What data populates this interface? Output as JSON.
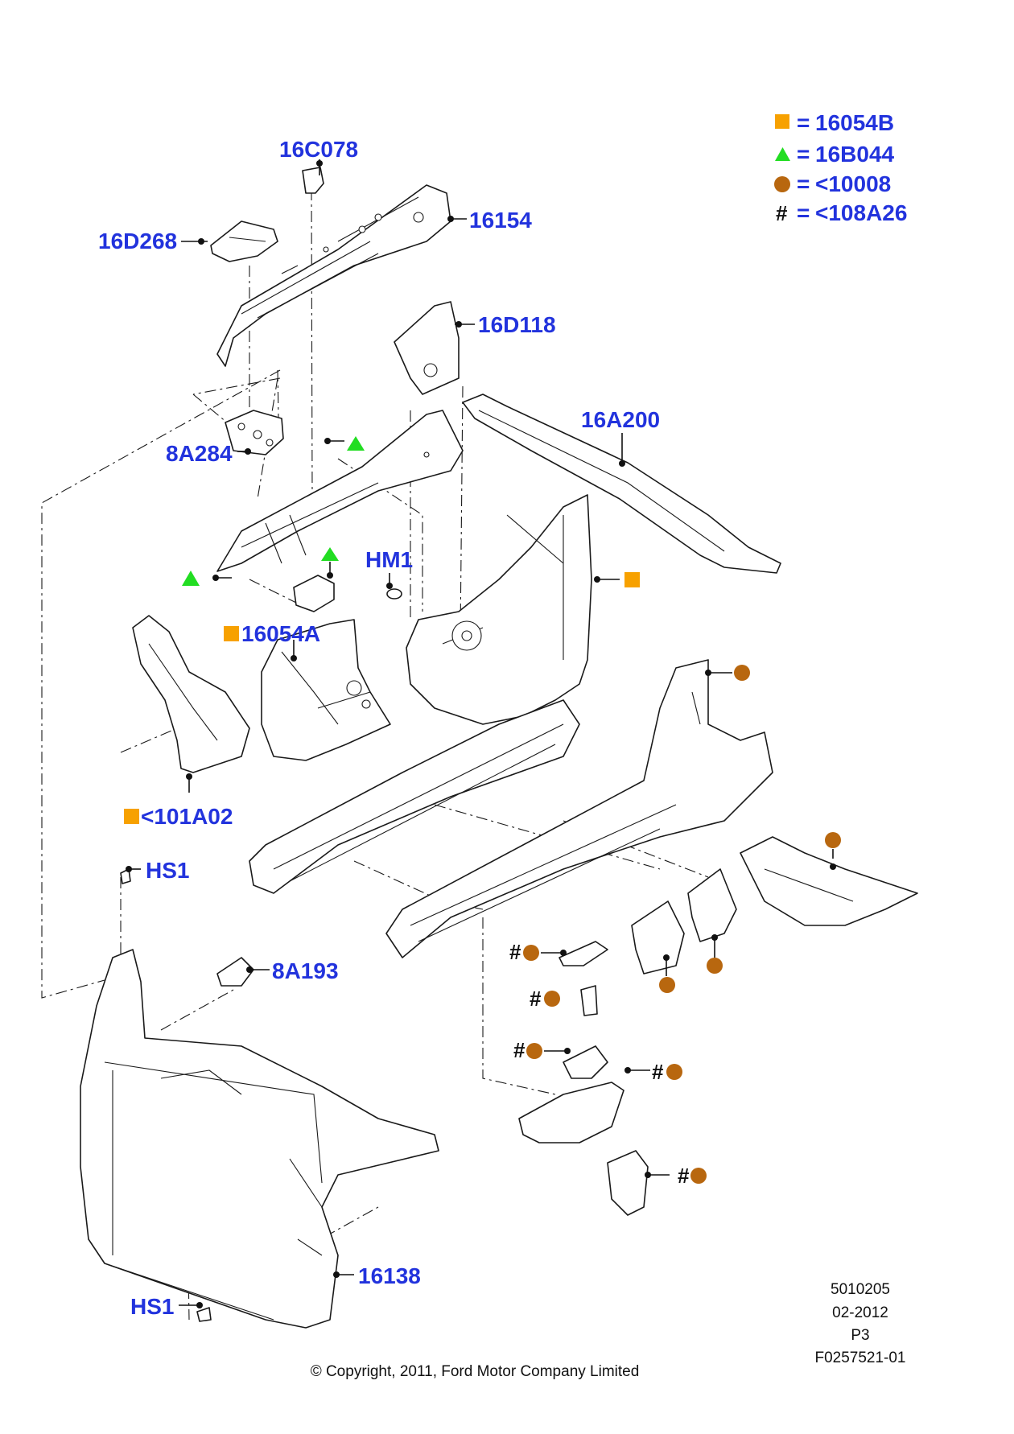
{
  "legend": {
    "square_label": "16054B",
    "triangle_label": "16B044",
    "circle_label": "<10008",
    "hash_symbol": "#",
    "hash_label": "<108A26",
    "equals": "=",
    "colors": {
      "square": "#f7a100",
      "triangle": "#22dd22",
      "circle": "#b8670f"
    }
  },
  "parts": {
    "p16C078": "16C078",
    "p16154": "16154",
    "p16D268": "16D268",
    "p16D118": "16D118",
    "p16A200": "16A200",
    "p8A284": "8A284",
    "pHM1": "HM1",
    "p16054A": "16054A",
    "p101A02": "<101A02",
    "pHS1_top": "HS1",
    "p8A193": "8A193",
    "p16138": "16138",
    "pHS1_bottom": "HS1"
  },
  "hash_markers": [
    "#",
    "#",
    "#",
    "#",
    "#"
  ],
  "footer": {
    "code": "5010205",
    "date": "02-2012",
    "page": "P3",
    "ref": "F0257521-01",
    "copyright": "© Copyright, 2011, Ford Motor Company Limited"
  }
}
